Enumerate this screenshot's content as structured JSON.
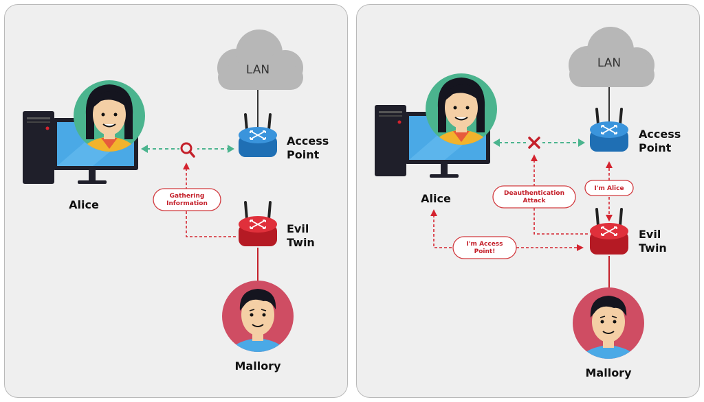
{
  "colors": {
    "panel_bg": "#efefef",
    "access_point": "#2f86d0",
    "evil_twin": "#d6232e",
    "alice_circle": "#4bb48e",
    "mallory_circle": "#cf4d63",
    "cloud": "#b7b7b7"
  },
  "left": {
    "cloud_label": "LAN",
    "access_point_label": [
      "Access",
      "Point"
    ],
    "evil_twin_label": [
      "Evil",
      "Twin"
    ],
    "alice_label": "Alice",
    "mallory_label": "Mallory",
    "gathering_label": [
      "Gathering",
      "Information"
    ],
    "icon_between": "magnifier-icon"
  },
  "right": {
    "cloud_label": "LAN",
    "access_point_label": [
      "Access",
      "Point"
    ],
    "evil_twin_label": [
      "Evil",
      "Twin"
    ],
    "alice_label": "Alice",
    "mallory_label": "Mallory",
    "deauth_label": [
      "Deauthentication",
      "Attack"
    ],
    "im_alice_label": "I'm Alice",
    "im_access_point_label": [
      "I'm Access",
      "Point!"
    ],
    "icon_between": "cross-icon"
  }
}
